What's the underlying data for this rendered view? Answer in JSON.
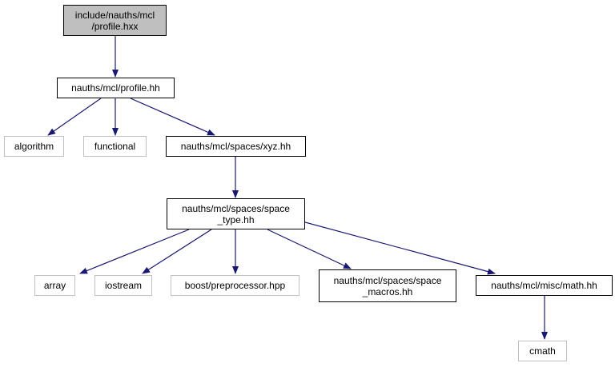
{
  "colors": {
    "edge": "#191970",
    "root_fill": "#bfbfbf",
    "local_border": "#000000",
    "system_border": "#bfbfbf",
    "background": "#ffffff"
  },
  "nodes": [
    {
      "id": "profile_hxx",
      "label": "include/nauths/mcl\n/profile.hxx",
      "kind": "root"
    },
    {
      "id": "profile_hh",
      "label": "nauths/mcl/profile.hh",
      "kind": "local"
    },
    {
      "id": "algorithm",
      "label": "algorithm",
      "kind": "system"
    },
    {
      "id": "functional",
      "label": "functional",
      "kind": "system"
    },
    {
      "id": "xyz_hh",
      "label": "nauths/mcl/spaces/xyz.hh",
      "kind": "local"
    },
    {
      "id": "space_type_hh",
      "label": "nauths/mcl/spaces/space\n_type.hh",
      "kind": "local"
    },
    {
      "id": "array",
      "label": "array",
      "kind": "system"
    },
    {
      "id": "iostream",
      "label": "iostream",
      "kind": "system"
    },
    {
      "id": "boost_pp",
      "label": "boost/preprocessor.hpp",
      "kind": "system"
    },
    {
      "id": "space_macros_hh",
      "label": "nauths/mcl/spaces/space\n_macros.hh",
      "kind": "local"
    },
    {
      "id": "math_hh",
      "label": "nauths/mcl/misc/math.hh",
      "kind": "local"
    },
    {
      "id": "cmath",
      "label": "cmath",
      "kind": "system"
    }
  ],
  "edges": [
    {
      "from": "profile_hxx",
      "to": "profile_hh"
    },
    {
      "from": "profile_hh",
      "to": "algorithm"
    },
    {
      "from": "profile_hh",
      "to": "functional"
    },
    {
      "from": "profile_hh",
      "to": "xyz_hh"
    },
    {
      "from": "xyz_hh",
      "to": "space_type_hh"
    },
    {
      "from": "space_type_hh",
      "to": "array"
    },
    {
      "from": "space_type_hh",
      "to": "iostream"
    },
    {
      "from": "space_type_hh",
      "to": "boost_pp"
    },
    {
      "from": "space_type_hh",
      "to": "space_macros_hh"
    },
    {
      "from": "space_type_hh",
      "to": "math_hh"
    },
    {
      "from": "math_hh",
      "to": "cmath"
    }
  ]
}
